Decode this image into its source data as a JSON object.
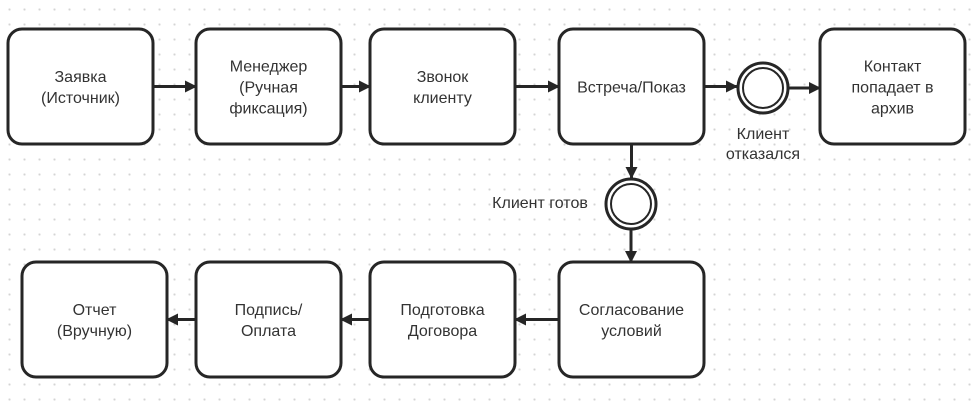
{
  "diagram": {
    "colors": {
      "stroke": "#262626",
      "fill": "#ffffff",
      "text": "#333333"
    },
    "tasks": [
      {
        "id": "t1",
        "lines": [
          "Заявка",
          "(Источник)"
        ]
      },
      {
        "id": "t2",
        "lines": [
          "Менеджер",
          "(Ручная",
          "фиксация)"
        ]
      },
      {
        "id": "t3",
        "lines": [
          "Звонок",
          "клиенту"
        ]
      },
      {
        "id": "t4",
        "lines": [
          "Встреча/Показ"
        ]
      },
      {
        "id": "t5",
        "lines": [
          "Контакт",
          "попадает в",
          "архив"
        ]
      },
      {
        "id": "t6",
        "lines": [
          "Согласование",
          "условий"
        ]
      },
      {
        "id": "t7",
        "lines": [
          "Подготовка",
          "Договора"
        ]
      },
      {
        "id": "t8",
        "lines": [
          "Подпись/",
          "Оплата"
        ]
      },
      {
        "id": "t9",
        "lines": [
          "Отчет",
          "(Вручную)"
        ]
      }
    ],
    "events": [
      {
        "id": "e1",
        "label_lines": [
          "Клиент",
          "отказался"
        ]
      },
      {
        "id": "e2",
        "label_lines": [
          "Клиент готов"
        ]
      }
    ],
    "flows": [
      {
        "from": "t1",
        "to": "t2"
      },
      {
        "from": "t2",
        "to": "t3"
      },
      {
        "from": "t3",
        "to": "t4"
      },
      {
        "from": "t4",
        "to": "e1"
      },
      {
        "from": "e1",
        "to": "t5"
      },
      {
        "from": "t4",
        "to": "e2"
      },
      {
        "from": "e2",
        "to": "t6"
      },
      {
        "from": "t6",
        "to": "t7"
      },
      {
        "from": "t7",
        "to": "t8"
      },
      {
        "from": "t8",
        "to": "t9"
      }
    ]
  }
}
